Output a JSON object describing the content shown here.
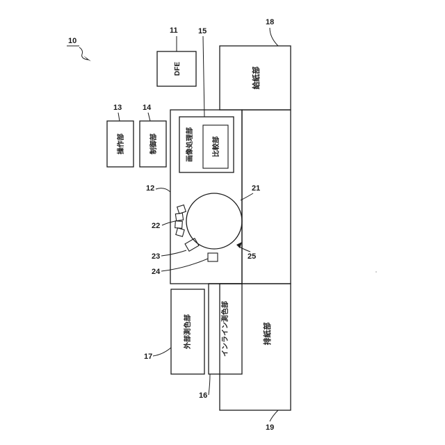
{
  "figure": {
    "ref_main": "10",
    "dfe": {
      "ref": "11",
      "label": "DFE"
    },
    "engine": {
      "ref": "12"
    },
    "operation_unit": {
      "ref": "13",
      "label": "操作部"
    },
    "control_unit": {
      "ref": "14",
      "label": "制御部"
    },
    "image_processing_unit": {
      "ref": "15",
      "label": "画像処理部"
    },
    "comparison_unit": {
      "label": "比較部"
    },
    "inline_colorimetry_unit": {
      "ref": "16",
      "label": "インライン測色部"
    },
    "external_colorimetry_unit": {
      "ref": "17",
      "label": "外部測色部"
    },
    "paper_feed_unit": {
      "ref": "18",
      "label": "給紙部"
    },
    "paper_discharge_unit": {
      "ref": "19",
      "label": "排紙部"
    },
    "drum": {
      "ref": "21"
    },
    "heads": {
      "ref": "22"
    },
    "dryer": {
      "ref": "23"
    },
    "sensor": {
      "ref": "24"
    },
    "rotation_arrow": {
      "ref": "25"
    }
  }
}
